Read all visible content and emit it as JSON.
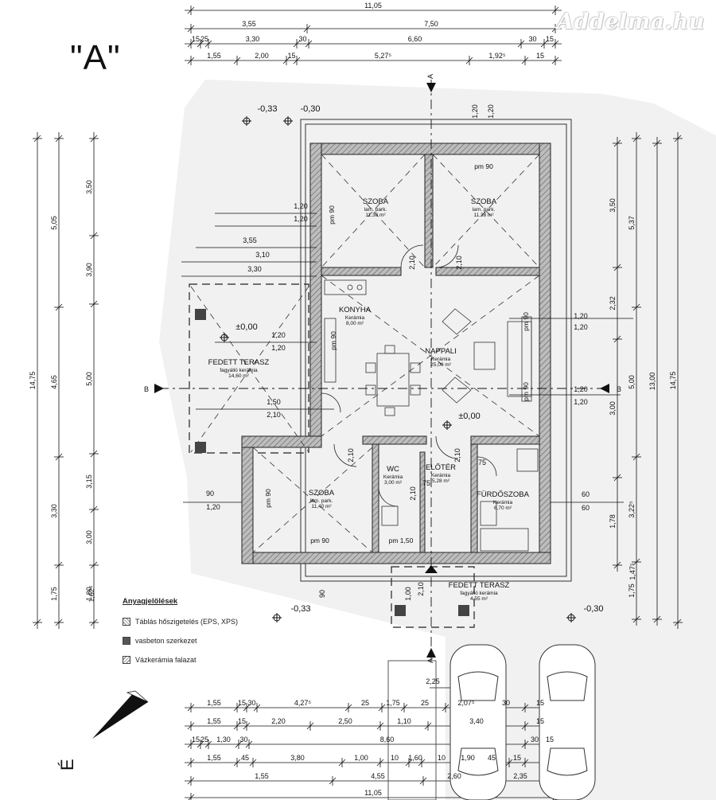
{
  "watermark": "Addelma.hu",
  "plan_title": "\"A\"",
  "north_label": "É",
  "section_marks": {
    "a": "A",
    "b": "B"
  },
  "rooms": [
    {
      "id": "szoba1",
      "name": "SZOBA",
      "floor": "lam. park.",
      "area": "11,38 m²"
    },
    {
      "id": "szoba2",
      "name": "SZOBA",
      "floor": "lam. park.",
      "area": "11,38 m²"
    },
    {
      "id": "konyha",
      "name": "KONYHA",
      "floor": "Kerámia",
      "area": "8,00 m²"
    },
    {
      "id": "nappali",
      "name": "NAPPALI",
      "floor": "Kerámia",
      "area": "25,00 m²"
    },
    {
      "id": "terasz1",
      "name": "FEDETT TERASZ",
      "floor": "fagyálló kerámia",
      "area": "14,60 m²"
    },
    {
      "id": "szoba3",
      "name": "SZOBA",
      "floor": "lam. park.",
      "area": "11,40 m²"
    },
    {
      "id": "wc",
      "name": "WC",
      "floor": "Kerámia",
      "area": "3,00 m²"
    },
    {
      "id": "eloter",
      "name": "ELŐTÉR",
      "floor": "Kerámia",
      "area": "5,28 m²"
    },
    {
      "id": "furdo",
      "name": "FÜRDŐSZOBA",
      "floor": "Kerámia",
      "area": "6,70 m²"
    },
    {
      "id": "terasz2",
      "name": "FEDETT TERASZ",
      "floor": "fagyálló kerámia",
      "area": "4,55 m²"
    }
  ],
  "levels": {
    "minus033": "-0,33",
    "minus030": "-0,30",
    "zero": "±0,00"
  },
  "labels": {
    "pm90": "pm 90",
    "pm150": "pm 1,50"
  },
  "dims_top": [
    [
      "11,05"
    ],
    [
      "3,55",
      "7,50"
    ],
    [
      "15",
      "25",
      "3,30",
      "30",
      "6,60",
      "30",
      "15"
    ],
    [
      "1,55",
      "2,00",
      "15",
      "5,27⁵",
      "1,92⁵",
      "15"
    ]
  ],
  "dims_bottom": [
    [
      "1,55",
      "15",
      "30",
      "4,27⁵",
      "25",
      "1,75",
      "25",
      "2,07⁵",
      "30",
      "15"
    ],
    [
      "1,55",
      "15",
      "2,20",
      "2,50",
      "1,10",
      "3,40",
      "15"
    ],
    [
      "15",
      "25",
      "1,30",
      "30",
      "8,60",
      "30",
      "15"
    ],
    [
      "1,55",
      "45",
      "3,80",
      "1,00",
      "10",
      "1,60",
      "10",
      "1,90",
      "45",
      "15"
    ],
    [
      "1,55",
      "4,55",
      "2,60",
      "2,35"
    ],
    [
      "11,05"
    ]
  ],
  "dims_left": [
    "14,75",
    "5,05",
    "4,65",
    "3,30",
    "1,75"
  ],
  "dims_left2": [
    "3,50",
    "3,90",
    "5,00",
    "3,15",
    "3,00",
    "1,80",
    "1,62⁵"
  ],
  "dims_right": [
    "14,75",
    "13,00",
    "5,37",
    "5,00",
    "3,22⁵",
    "3,00",
    "1,75"
  ],
  "dims_right2": [
    "3,50",
    "2,32",
    "1,78",
    "1,47⁵"
  ],
  "dims_misc": [
    "1,20",
    "1,20",
    "3,55",
    "3,10",
    "3,30",
    "1,20",
    "1,20",
    "1,50",
    "2,10",
    "90",
    "1,20",
    "60",
    "60",
    "1,20",
    "1,20",
    "1,20",
    "1,20",
    "2,10",
    "2,10",
    "2,10",
    "2,10",
    "75",
    "75",
    "2,25",
    "1,00",
    "90",
    "1,20",
    "1,20",
    "2,10",
    "2,10"
  ],
  "legend": {
    "title": "Anyagjelölések",
    "items": [
      {
        "label": "Táblás hőszigetelés (EPS, XPS)"
      },
      {
        "label": "vasbeton szerkezet"
      },
      {
        "label": "Vázkerámia falazat"
      }
    ]
  }
}
